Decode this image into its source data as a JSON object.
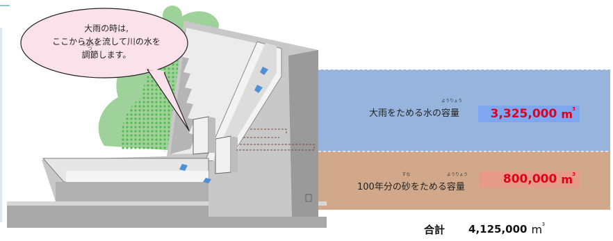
{
  "speech_bubble": {
    "line1": "大雨の時は,",
    "line2": "ここから水を流して川の水を",
    "line3_prefix": "",
    "line3_ruby_base": "調節",
    "line3_ruby": "ちょうせつ",
    "line3_suffix": "します。"
  },
  "upper_band": {
    "label_prefix": "大雨をためる水の",
    "label_ruby_base": "容量",
    "label_ruby": "ようりょう",
    "value": "3,325,000",
    "unit": "m",
    "unit_sup": "3",
    "band_color": "#96b4dc",
    "value_box_color": "#7fa6f0"
  },
  "lower_band": {
    "label_prefix": "100年分の",
    "label_ruby_base": "砂",
    "label_ruby": "すな",
    "label_mid": "をためる",
    "label_ruby2_base": "容量",
    "label_ruby2": "ようりょう",
    "value": "800,000",
    "unit": "m",
    "unit_sup": "3",
    "band_color": "#d2a88a",
    "value_box_color": "#e89a88"
  },
  "total": {
    "label": "合計",
    "value": "4,125,000",
    "unit": "m",
    "unit_sup": "3"
  },
  "colors": {
    "dam_concrete": "#c8c8c8",
    "dam_shadow": "#8e8e8e",
    "dam_light": "#ececec",
    "foliage": "#9fd19a",
    "foliage_dots": "#55b84f",
    "water": "#4f8fd6",
    "value_red": "#e0001a"
  }
}
